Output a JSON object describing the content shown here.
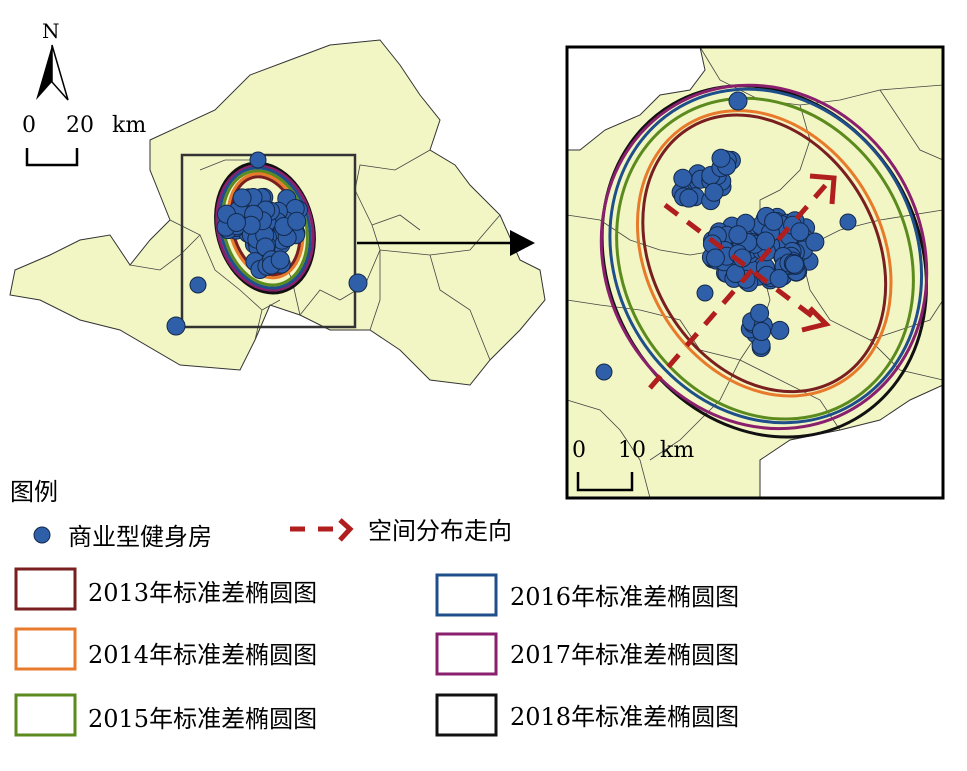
{
  "north_label": "N",
  "left_scale": {
    "zero": "0",
    "value": "20",
    "unit": "km"
  },
  "inset_scale": {
    "zero": "0",
    "value": "10",
    "unit": "km"
  },
  "legend": {
    "title": "图例",
    "point_label": "商业型健身房",
    "arrow_label": "空间分布走向",
    "ellipses": [
      {
        "label": "2013年标准差椭圆图",
        "color": "#7a1f1f"
      },
      {
        "label": "2014年标准差椭圆图",
        "color": "#e87a2c"
      },
      {
        "label": "2015年标准差椭圆图",
        "color": "#5b8a1e"
      },
      {
        "label": "2016年标准差椭圆图",
        "color": "#1f4f8a"
      },
      {
        "label": "2017年标准差椭圆图",
        "color": "#8a1f6e"
      },
      {
        "label": "2018年标准差椭圆图",
        "color": "#111111"
      }
    ]
  },
  "colors": {
    "land": "#f2f6c4",
    "point": "#2f5fa8",
    "arrow": "#b01e1e"
  }
}
